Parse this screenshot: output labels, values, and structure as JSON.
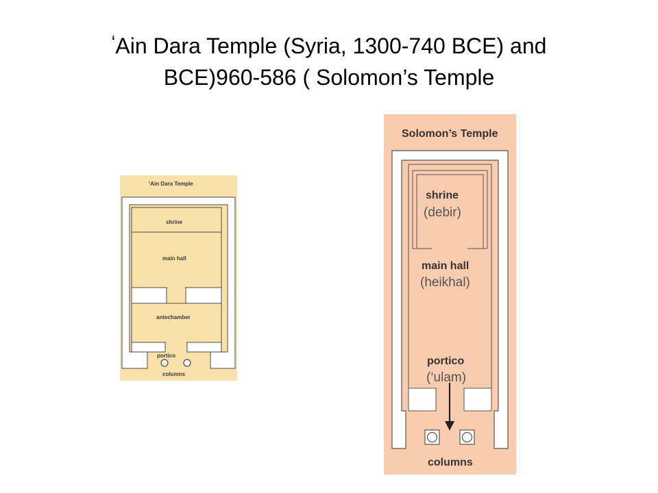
{
  "slide": {
    "title_quote": "‘",
    "title_line1": "Ain Dara Temple (Syria, 1300-740 BCE) and",
    "title_line2": "BCE)960-586 ( Solomon’s Temple"
  },
  "ain_dara": {
    "heading": "‘Ain Dara Temple",
    "labels": {
      "shrine": "shrine",
      "main_hall": "main hall",
      "antechamber": "antechamber",
      "portico": "portico",
      "columns": "columns"
    },
    "colors": {
      "background": "#F9E1A9",
      "wall": "#ffffff",
      "room_fill": "#F9E1A9",
      "stroke": "#4a4a4a"
    }
  },
  "solomon": {
    "heading": "Solomon’s Temple",
    "labels": {
      "shrine": "shrine",
      "shrine_hebrew": "(debir)",
      "main_hall": "main hall",
      "main_hall_hebrew": "(heikhal)",
      "portico": "portico",
      "portico_hebrew": "(‘ulam)",
      "columns": "columns"
    },
    "colors": {
      "background": "#F9CCB0",
      "wall": "#ffffff",
      "room_fill": "#F9CCB0",
      "stroke": "#555555",
      "text": "#333333"
    }
  }
}
